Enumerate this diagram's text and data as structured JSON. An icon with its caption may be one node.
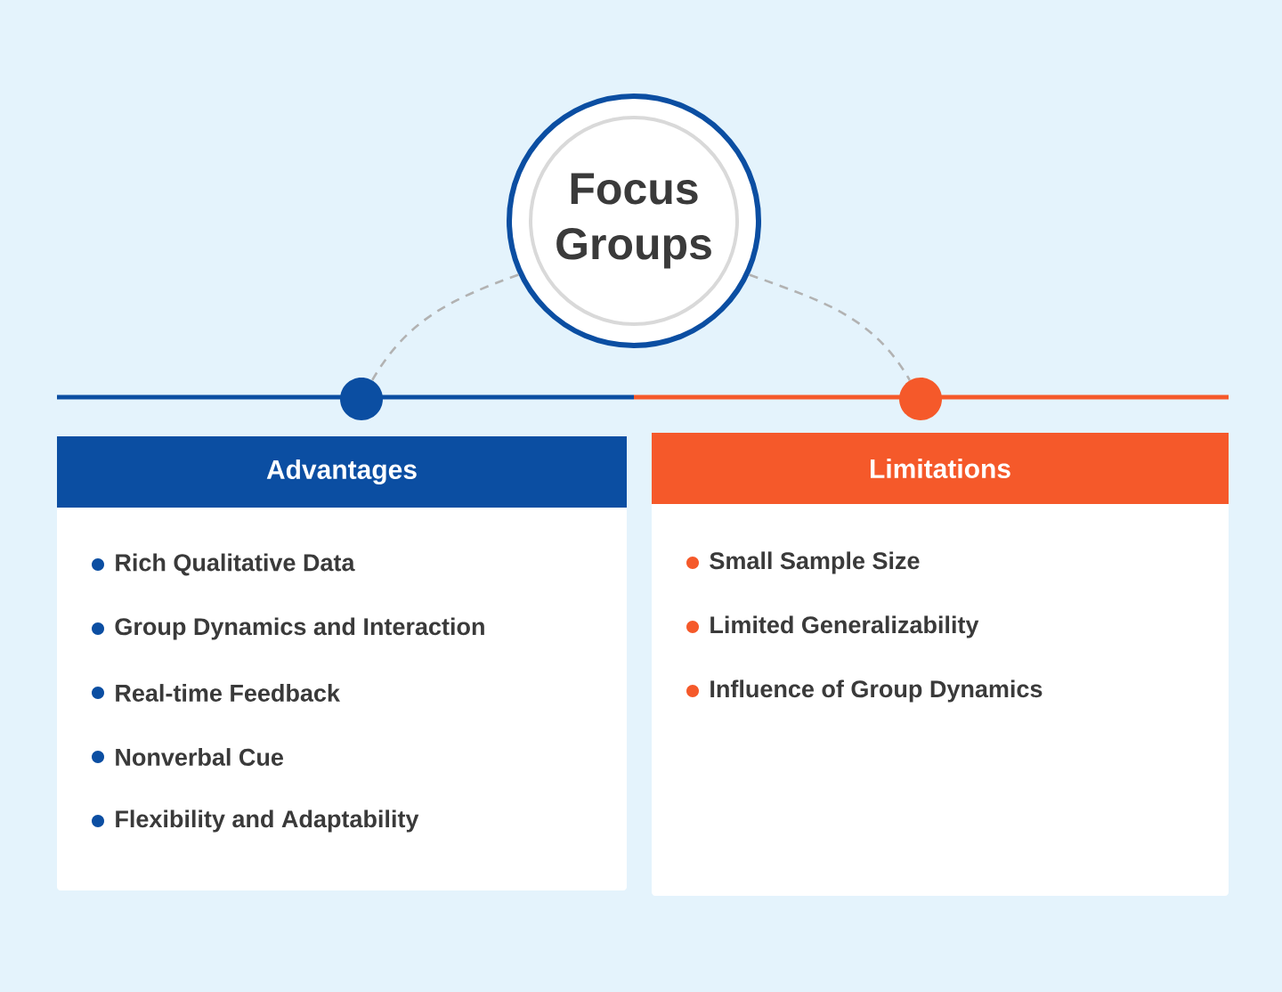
{
  "diagram": {
    "nodes": [
      {
        "text": [
          "Focus Groups"
        ]
      },
      {
        "text": [],
        "shape": "circle"
      },
      {
        "text": [],
        "shape": "circle"
      },
      {
        "text": [
          "Advantages",
          "Rich Qualitative Data",
          "Group Dynamics and Interaction",
          "Real-time Feedback",
          "Nonverbal Cue",
          "Flexibility and Adaptability"
        ]
      },
      {
        "text": [
          "Limitations",
          "Small Sample Size",
          "Limited Generalizability",
          "Influence of Group Dynamics"
        ]
      }
    ],
    "edges": [
      {
        "from": 0,
        "to": 1,
        "arrow": "none",
        "style": "dashed"
      },
      {
        "from": 0,
        "to": 2,
        "arrow": "none",
        "style": "dashed"
      }
    ]
  }
}
